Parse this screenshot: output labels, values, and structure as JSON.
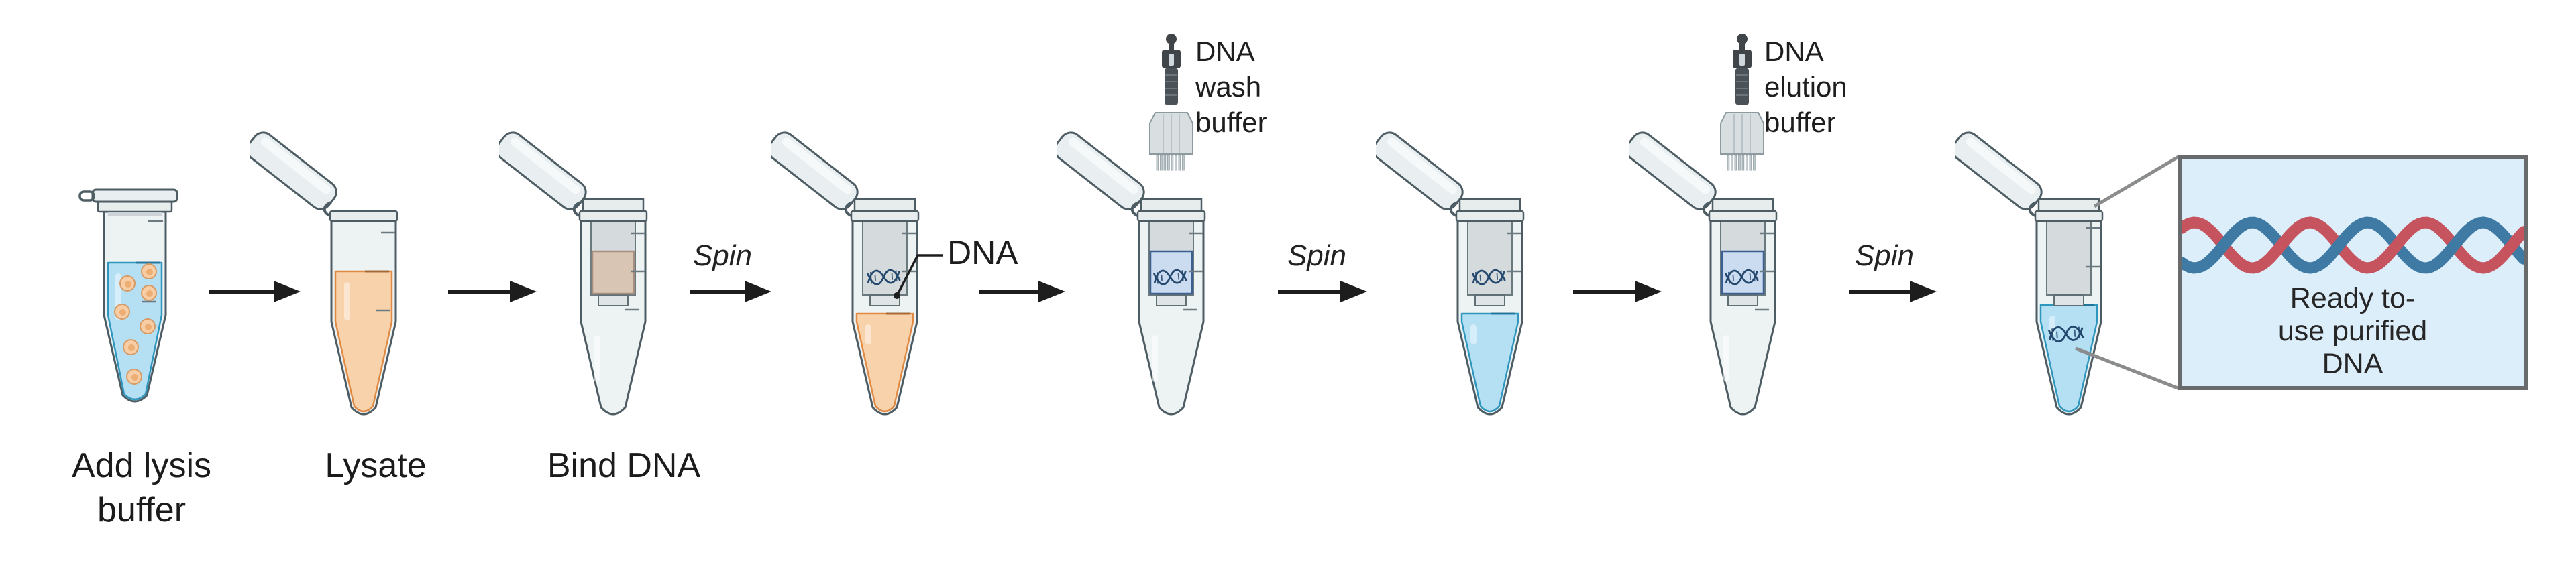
{
  "text": {
    "step1_line1": "Add lysis",
    "step1_line2": "buffer",
    "step2": "Lysate",
    "step3": "Bind DNA",
    "spin3": "Spin",
    "spin5": "Spin",
    "spin7": "Spin",
    "dna_callout": "DNA",
    "wash_line1": "DNA",
    "wash_line2": "wash",
    "wash_line3": "buffer",
    "elution_line1": "DNA",
    "elution_line2": "elution",
    "elution_line3": "buffer",
    "inset_line1": "Ready to-",
    "inset_line2": "use purified",
    "inset_line3": "DNA"
  },
  "figure": {
    "description_of_icons": {
      "tube_icon": "1.5 mL microcentrifuge tube",
      "pipette_icon": "multichannel pipette",
      "dna_icon": "double helix squiggle",
      "inset_icon": "magnified view of purified DNA double helix"
    },
    "tubes": [
      {
        "id": "sample-with-lysis-buffer",
        "cap": "closed",
        "column": null,
        "liquid": "blue",
        "liquid_level": "high",
        "cells": true,
        "dna_in_liquid": false
      },
      {
        "id": "lysate",
        "cap": "open",
        "column": null,
        "liquid": "orange",
        "liquid_level": "mid",
        "cells": false,
        "dna_in_liquid": false
      },
      {
        "id": "bind-dna-spin-column",
        "cap": "open",
        "column": {
          "block": "tan",
          "dna": false
        },
        "liquid": null
      },
      {
        "id": "after-first-spin",
        "cap": "open",
        "column": {
          "block": null,
          "dna": true
        },
        "liquid": "orange",
        "liquid_level": "low"
      },
      {
        "id": "wash-buffer-added",
        "cap": "open",
        "column": {
          "block": "blue",
          "dna": true
        },
        "liquid": null
      },
      {
        "id": "after-wash-spin",
        "cap": "open",
        "column": {
          "block": null,
          "dna": true
        },
        "liquid": "blue",
        "liquid_level": "low"
      },
      {
        "id": "elution-buffer-added",
        "cap": "open",
        "column": {
          "block": "blue",
          "dna": true
        },
        "liquid": null
      },
      {
        "id": "eluted-dna",
        "cap": "open",
        "column": {
          "block": null,
          "dna": false
        },
        "liquid": "blue",
        "liquid_level": "lowplus",
        "dna_in_liquid": true
      }
    ]
  },
  "colors": {
    "glass_fill": "#edf2f3",
    "glass_stroke": "#4e5d64",
    "rim_fill": "#e7eced",
    "lid_fill": "#e9eff1",
    "column_fill": "#d3d9db",
    "column_stroke": "#5f6f74",
    "nozzle_fill": "#dfe4e6",
    "blue_liquid": "#b5e0f4",
    "blue_liquid_stroke": "#2f96be",
    "blue_liquid_topline": "#1f6f94",
    "orange_liquid": "#f8d2ab",
    "orange_liquid_stroke": "#e08a44",
    "orange_liquid_topline": "#9a5f2e",
    "cell_fill": "#f6cda4",
    "cell_stroke": "#d89b65",
    "cell_inner": "#ecae73",
    "tan_block": "#d9c5b3",
    "tan_block_stroke": "#a88e80",
    "blue_block": "#cbdcf1",
    "blue_block_stroke": "#3c5f92",
    "dna": "#24486e",
    "arrow": "#1d1d1d",
    "tick": "#6a7a80",
    "inset_bg": "#ddeefb",
    "inset_border": "#696a6c",
    "helix_blue": "#3f7aa4",
    "helix_red": "#c6545e",
    "magnifier_line": "#8a8c8d",
    "pipette_dark": "#3f4549",
    "pipette_light": "#d9dfe1",
    "pipette_stroke": "#8d9ba1",
    "pipette_tip": "#c3ccd0"
  }
}
